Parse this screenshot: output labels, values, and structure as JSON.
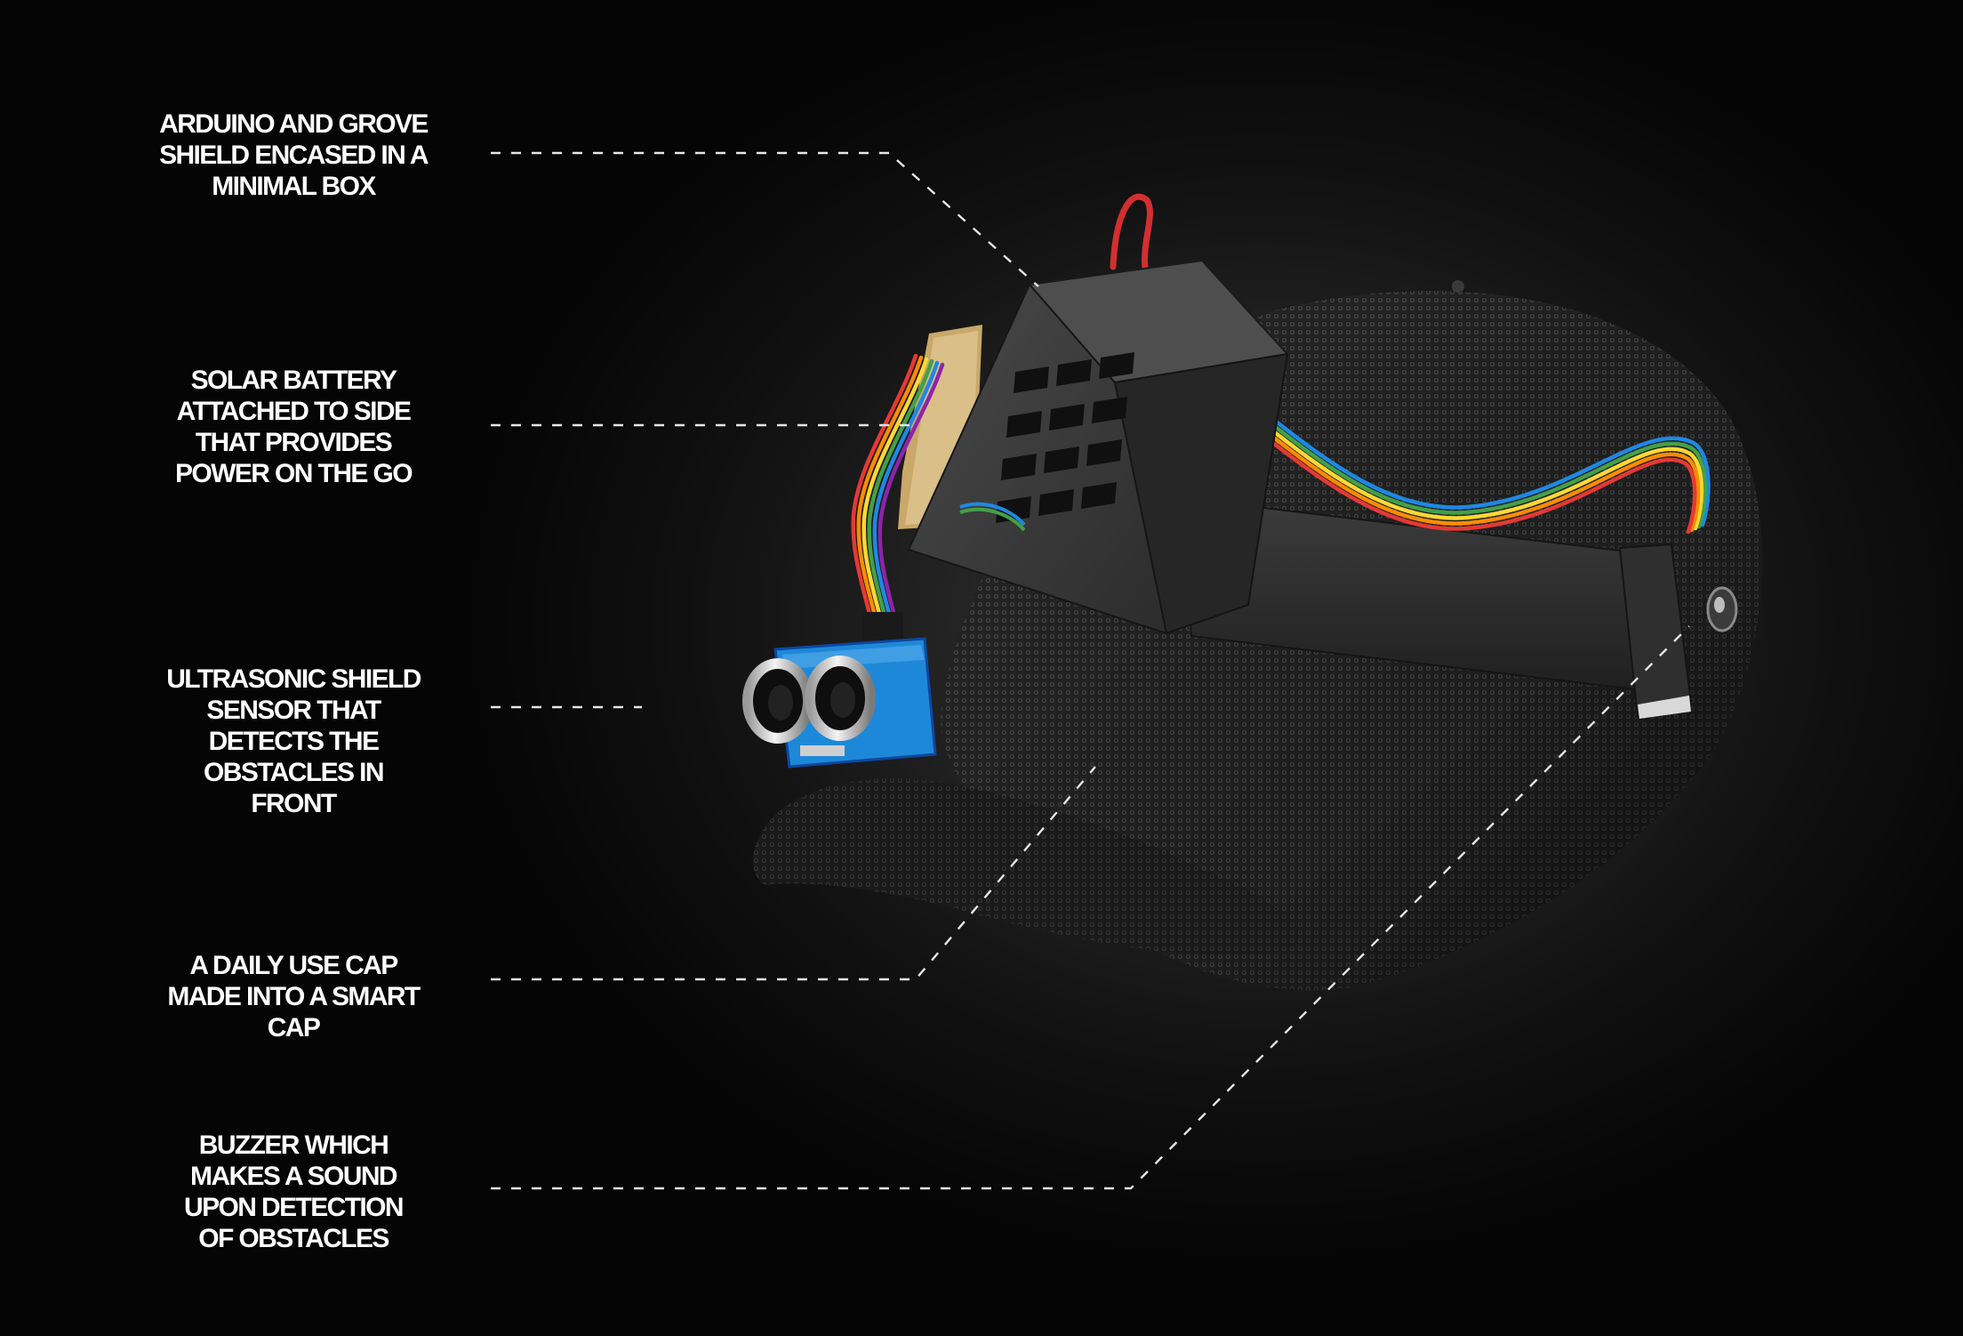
{
  "callouts": [
    {
      "id": "arduino",
      "lines": [
        "ARDUINO AND GROVE",
        "SHIELD ENCASED IN A",
        "MINIMAL BOX"
      ]
    },
    {
      "id": "solar",
      "lines": [
        "SOLAR BATTERY",
        "ATTACHED TO SIDE",
        "THAT PROVIDES",
        "POWER ON THE GO"
      ]
    },
    {
      "id": "ultrasonic",
      "lines": [
        "ULTRASONIC SHIELD",
        "SENSOR THAT",
        "DETECTS THE",
        "OBSTACLES IN",
        "FRONT"
      ]
    },
    {
      "id": "cap",
      "lines": [
        "A DAILY USE CAP",
        "MADE INTO A SMART",
        "CAP"
      ]
    },
    {
      "id": "buzzer",
      "lines": [
        "BUZZER WHICH",
        "MAKES A SOUND",
        "UPON DETECTION",
        "OF OBSTACLES"
      ]
    }
  ],
  "colors": {
    "background": "#0b0b0b",
    "cap": "#2b2b2b",
    "box": "#3a3a3a",
    "sensor_board": "#1e88d8",
    "ribbon": [
      "#e53935",
      "#fb8c00",
      "#fdd835",
      "#43a047",
      "#1e88e5",
      "#8e24aa"
    ]
  },
  "icons": {
    "product": "smart-cap-illustration",
    "sensor": "ultrasonic-sensor-icon",
    "buzzer": "buzzer-icon"
  }
}
